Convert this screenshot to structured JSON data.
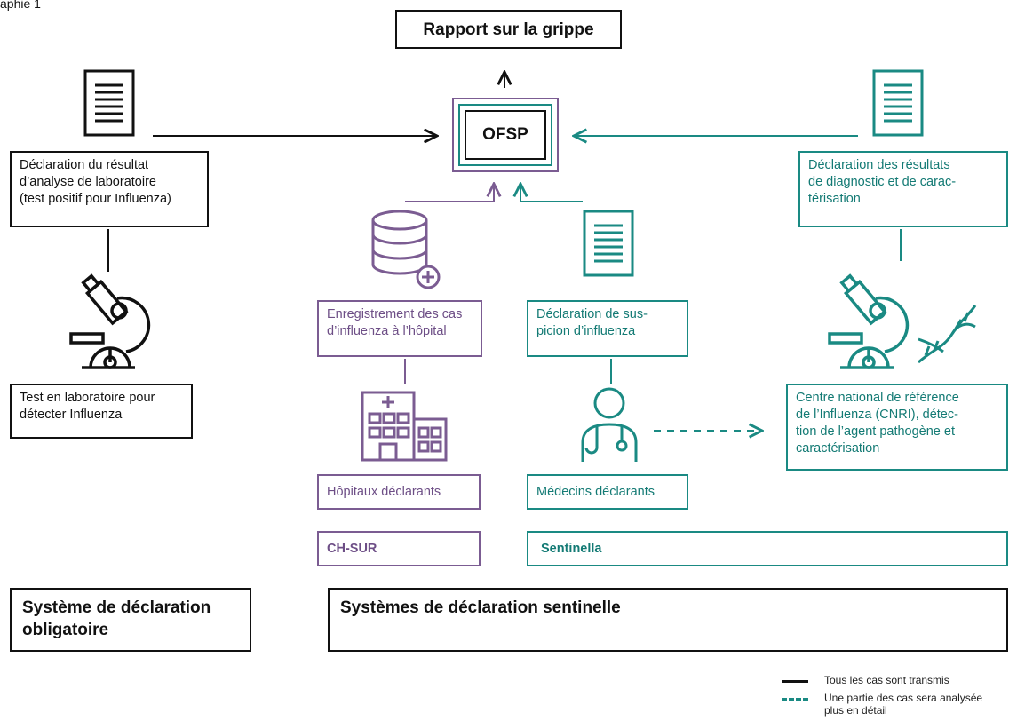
{
  "corner_text": "aphie 1",
  "title": "Rapport sur la grippe",
  "ofsp": "OFSP",
  "colors": {
    "black": "#111111",
    "purple": "#7b5c92",
    "teal": "#1a8a83"
  },
  "lab_report": "Déclaration du résultat\nd’analyse de laboratoire\n(test positif pour Influenza)",
  "lab_test": "Test en laboratoire pour\ndétecter Influenza",
  "hospital_register": "Enregistrement des cas\nd’influenza à l’hôpital",
  "hospitals": "Hôpitaux déclarants",
  "ch_sur": "CH-SUR",
  "suspicion_report": "Déclaration de sus-\npicion d’influenza",
  "doctors": "Médecins déclarants",
  "sentinella": "Sentinella",
  "diag_report": "Déclaration des résultats\nde diagnostic et de carac-\ntérisation",
  "cnri": "Centre national de référence\nde l’Influenza (CNRI), détec-\ntion de l’agent pathogène et\ncaractérisation",
  "mandatory_system": "Système de déclaration\nobligatoire",
  "sentinel_systems": "Systèmes de déclaration sentinelle",
  "legend": {
    "solid": "Tous les cas sont transmis",
    "dashed": "Une partie des cas sera analysée\nplus en détail"
  },
  "icons": [
    "document-icon",
    "microscope-icon",
    "database-icon",
    "hospital-icon",
    "doctor-icon",
    "dna-icon"
  ]
}
